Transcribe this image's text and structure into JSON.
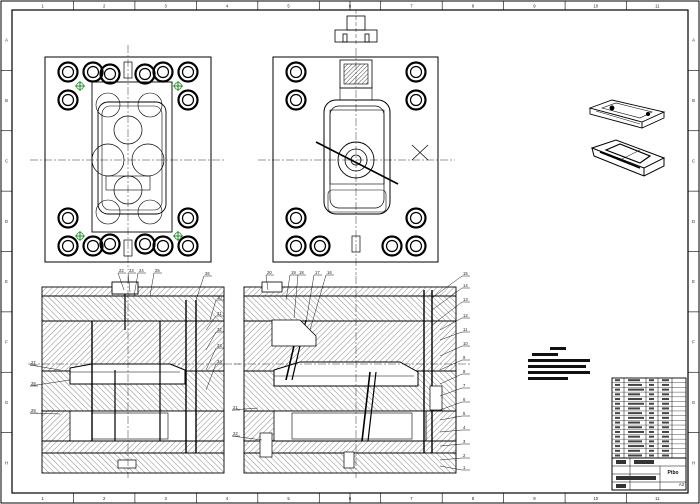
{
  "sheet": {
    "zone_columns": [
      "1",
      "2",
      "3",
      "4",
      "5",
      "6",
      "7",
      "8",
      "9",
      "10",
      "11"
    ],
    "zone_rows": [
      "A",
      "B",
      "C",
      "D",
      "E",
      "F",
      "G",
      "H"
    ],
    "sheet_number": "A3"
  },
  "balloons_section_a": [
    "22",
    "23",
    "24",
    "25",
    "26",
    "27",
    "28",
    "29",
    "30",
    "31",
    "32",
    "33",
    "34"
  ],
  "balloons_section_b": [
    "20",
    "19",
    "18",
    "17",
    "16",
    "15",
    "14",
    "13",
    "12",
    "11",
    "10",
    "9",
    "8",
    "7",
    "6",
    "5",
    "4",
    "3",
    "2",
    "1",
    "21",
    "22"
  ],
  "title_block": {
    "logo_text": "Ptbo"
  }
}
